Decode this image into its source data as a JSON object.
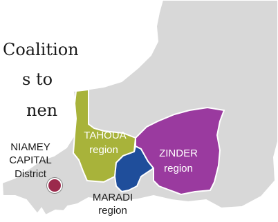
{
  "intro_text": {
    "lines": [
      "Coalition",
      "s to",
      "nen"
    ]
  },
  "map": {
    "country_fill": "#d8d8d8",
    "border_color": "#ffffff",
    "regions": [
      {
        "id": "tahoua",
        "label_lines": [
          "TAHOUA",
          "region"
        ],
        "fill": "#a8b33a",
        "text_color": "#ffffff"
      },
      {
        "id": "maradi",
        "label_lines": [
          "MARADI",
          "region"
        ],
        "fill": "#1f4e9b",
        "text_color": "#1a1a1a"
      },
      {
        "id": "zinder",
        "label_lines": [
          "ZINDER",
          "region"
        ],
        "fill": "#9a3a9f",
        "text_color": "#ffffff"
      },
      {
        "id": "niamey",
        "label_lines": [
          "NIAMEY",
          "CAPITAL",
          "District"
        ],
        "marker_color": "#9b2a4c",
        "text_color": "#1a1a1a"
      }
    ]
  }
}
